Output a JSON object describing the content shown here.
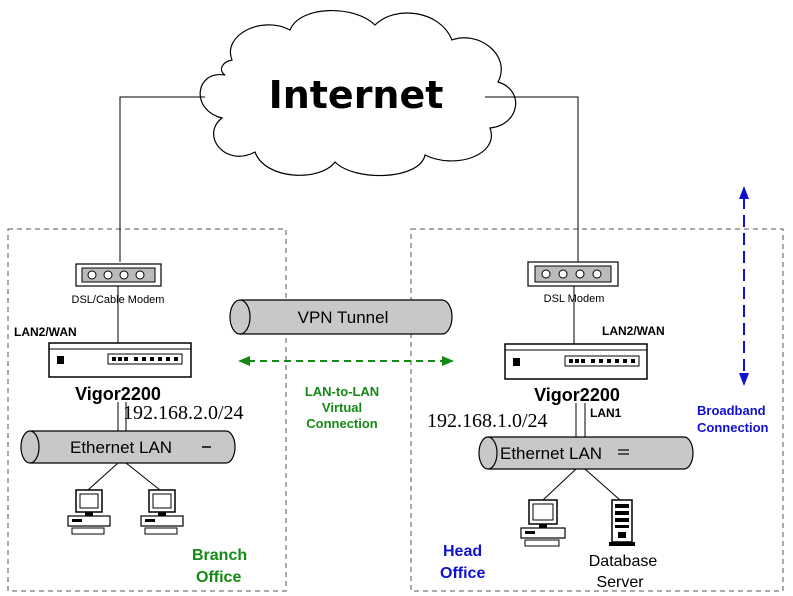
{
  "cloud": {
    "label": "Internet"
  },
  "branch": {
    "modem_label": "DSL/Cable Modem",
    "port_label": "LAN2/WAN",
    "router_label": "Vigor2200",
    "subnet": "192.168.2.0/24",
    "lan_label": "Ethernet LAN",
    "office_line1": "Branch",
    "office_line2": "Office"
  },
  "head": {
    "modem_label": "DSL Modem",
    "port_label": "LAN2/WAN",
    "router_label": "Vigor2200",
    "subnet": "192.168.1.0/24",
    "lan_port_label": "LAN1",
    "lan_label": "Ethernet LAN",
    "office_line1": "Head",
    "office_line2": "Office",
    "server_line1": "Database",
    "server_line2": "Server"
  },
  "vpn": {
    "tunnel_label": "VPN Tunnel",
    "connection_line1": "LAN-to-LAN",
    "connection_line2": "Virtual",
    "connection_line3": "Connection"
  },
  "broadband": {
    "line1": "Broadband",
    "line2": "Connection"
  },
  "colors": {
    "green": "#138a13",
    "blue": "#1010d0",
    "tube_fill": "#c8c8c8",
    "dash_border": "#555555"
  }
}
